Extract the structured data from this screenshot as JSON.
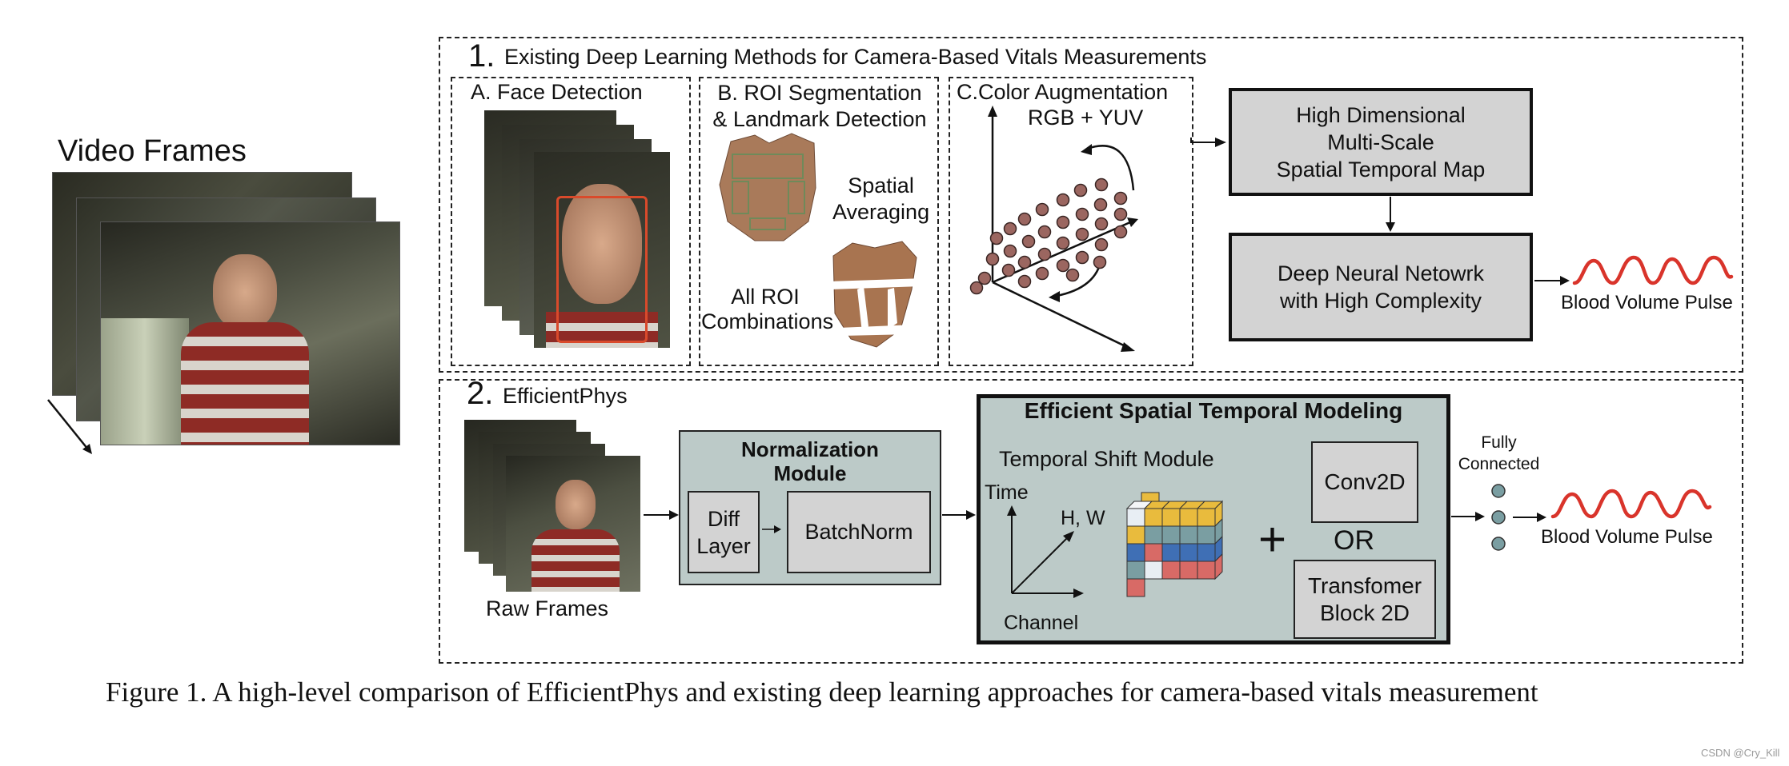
{
  "left": {
    "title": "Video Frames"
  },
  "section1": {
    "number": "1.",
    "title": "Existing Deep Learning Methods for Camera-Based Vitals Measurements",
    "panel_a": {
      "title": "A. Face Detection"
    },
    "panel_b": {
      "title": "B. ROI Segmentation\n& Landmark Detection",
      "spatial": "Spatial\nAveraging",
      "combos": "All ROI\nCombinations"
    },
    "panel_c": {
      "title": "C.Color Augmentation",
      "subtitle": "RGB + YUV"
    },
    "box_map": "High Dimensional\nMulti-Scale\nSpatial Temporal Map",
    "box_dnn": "Deep Neural Netowrk\nwith High Complexity",
    "output": "Blood Volume Pulse"
  },
  "section2": {
    "number": "2.",
    "title": "EfficientPhys",
    "raw_frames": "Raw Frames",
    "norm": {
      "title": "Normalization\nModule",
      "diff": "Diff\nLayer",
      "batchnorm": "BatchNorm"
    },
    "estm": {
      "title": "Efficient Spatial Temporal Modeling",
      "tsm": "Temporal Shift Module",
      "axis_time": "Time",
      "axis_hw": "H, W",
      "axis_channel": "Channel",
      "plus": "+",
      "conv": "Conv2D",
      "or": "OR",
      "transformer": "Transfomer\nBlock 2D"
    },
    "fc": "Fully\nConnected",
    "output": "Blood Volume Pulse"
  },
  "caption": "Figure 1. A high-level comparison of EfficientPhys and existing deep learning approaches for camera-based vitals measurement",
  "watermark": "CSDN @Cry_Kill",
  "colors": {
    "roi_box": "#d94a2b",
    "wave": "#d9342b",
    "cube_yellow": "#e9bb3d",
    "cube_blue": "#3f6fb5",
    "cube_teal": "#7a9ea2",
    "cube_red": "#d86a66",
    "norm_bg": "#bccac8"
  }
}
